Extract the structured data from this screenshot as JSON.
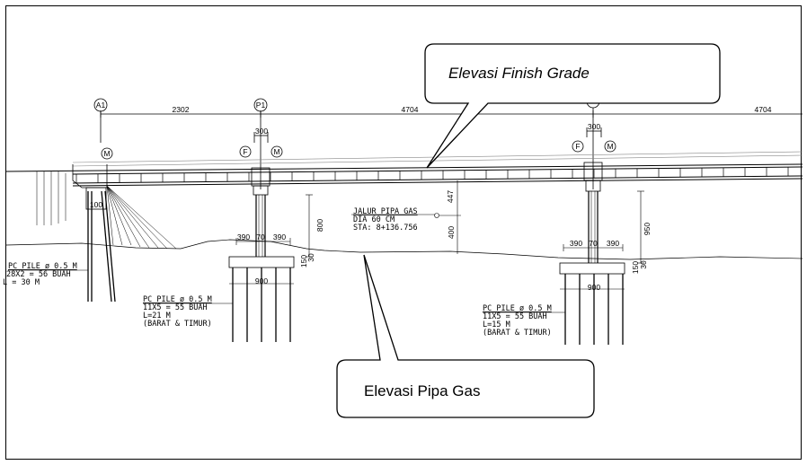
{
  "callouts": {
    "finish_grade": "Elevasi Finish Grade",
    "gas_pipe": "Elevasi Pipa Gas"
  },
  "grid_markers": {
    "a1": "A1",
    "p1": "P1",
    "m_a1": "M",
    "f_p1": "F",
    "m_p1": "M",
    "f_p2": "F",
    "m_p2": "M"
  },
  "dimensions": {
    "span_a1_p1": "2302",
    "span_p1_p2": "4704",
    "span_p2_next": "4704",
    "pier_width_p1": "300",
    "pier_width_p2": "300",
    "abut_width": "100",
    "pier_height_p1": "800",
    "pier_height_p2": "950",
    "pipe_clear_top": "447",
    "pipe_clear_bottom": "400",
    "pc_left_p1": "390",
    "pc_mid_p1": "70",
    "pc_right_p1": "390",
    "pc_left_p2": "390",
    "pc_mid_p2": "70",
    "pc_right_p2": "390",
    "footing_width_p1": "900",
    "footing_width_p2": "900",
    "cap_h1_p1": "150",
    "cap_h2_p1": "30",
    "cap_h1_p2": "150",
    "cap_h2_p2": "30"
  },
  "notes": {
    "pipe_line1": "JALUR PIPA GAS",
    "pipe_line2": "DIA 60 CM",
    "pipe_line3": "STA: 8+136.756",
    "abut_pile_line1": "PC PILE ø 0.5 M",
    "abut_pile_line2": "28X2 = 56 BUAH",
    "abut_pile_line3": "L = 30 M",
    "p1_pile_line1": "PC PILE ø 0.5 M",
    "p1_pile_line2": "11X5 = 55 BUAH",
    "p1_pile_line3": "L=21 M",
    "p1_pile_line4": "(BARAT & TIMUR)",
    "p2_pile_line1": "PC PILE ø 0.5 M",
    "p2_pile_line2": "11X5 = 55 BUAH",
    "p2_pile_line3": "L=15 M",
    "p2_pile_line4": "(BARAT & TIMUR)"
  }
}
